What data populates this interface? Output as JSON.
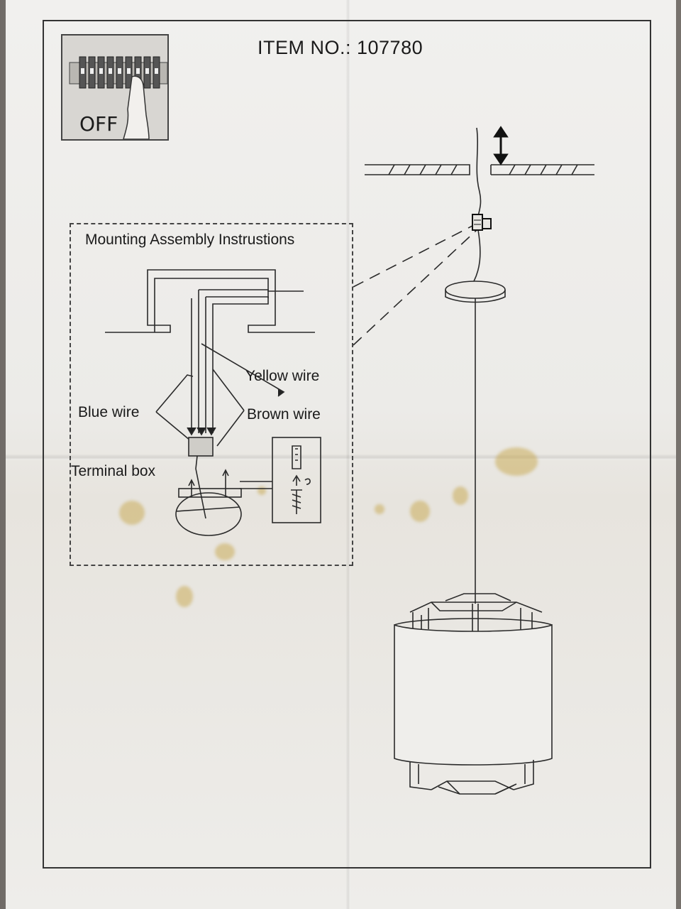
{
  "header": {
    "item_number": "ITEM NO.: 107780"
  },
  "switch_panel": {
    "off_label": "OFF"
  },
  "mounting_box": {
    "title": "Mounting Assembly Instrustions",
    "labels": {
      "yellow_wire": "Yellow wire",
      "blue_wire": "Blue wire",
      "brown_wire": "Brown wire",
      "terminal_box": "Terminal  box"
    }
  }
}
